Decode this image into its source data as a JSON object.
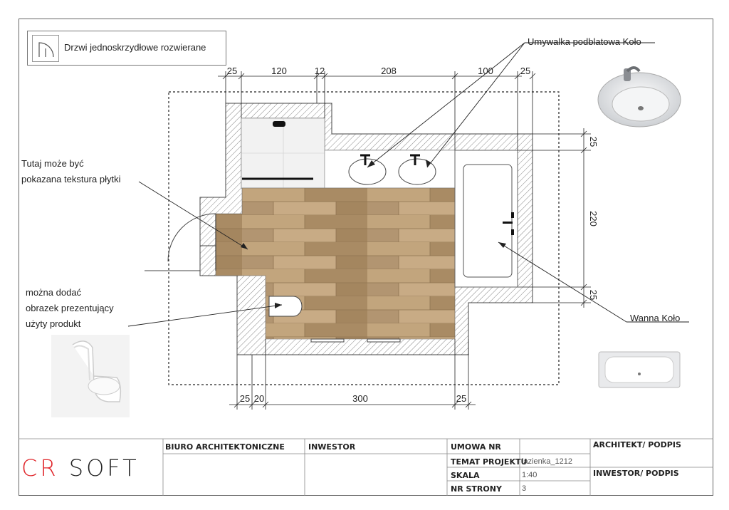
{
  "legend": {
    "door_label": "Drzwi jednoskrzydłowe rozwierane"
  },
  "dimensions": {
    "top": [
      "25",
      "120",
      "12",
      "208",
      "100",
      "25"
    ],
    "bottom": [
      "25",
      "20",
      "300",
      "25"
    ],
    "right": [
      "25",
      "220",
      "25"
    ]
  },
  "notes": {
    "sink": "Umywalka podblatowa Koło",
    "tile": "Tutaj może być\npokazana tekstura  płytki",
    "product": "można dodać\nobrazek prezentujący\nużyty produkt",
    "bath": "Wanna Koło"
  },
  "title_block": {
    "logo_left": "CR",
    "logo_right": "SOFT",
    "office": "BIURO ARCHITEKTONICZNE",
    "investor": "INWESTOR",
    "contract": "UMOWA NR",
    "project_topic": "TEMAT PROJEKTU",
    "project_topic_value": "lazienka_1212",
    "scale": "SKALA",
    "scale_value": "1:40",
    "page_nr": "NR STRONY",
    "page_nr_value": "3",
    "architect": "ARCHITEKT/ PODPIS",
    "investor_sign": "INWESTOR/ PODPIS"
  },
  "colors": {
    "logo_accent": "#e0262b",
    "wood": "#b89a72",
    "wall_hatch": "#888888"
  },
  "icons": [
    "door-swing-icon",
    "sink-photo",
    "toilet-photo",
    "bathtub-photo"
  ]
}
